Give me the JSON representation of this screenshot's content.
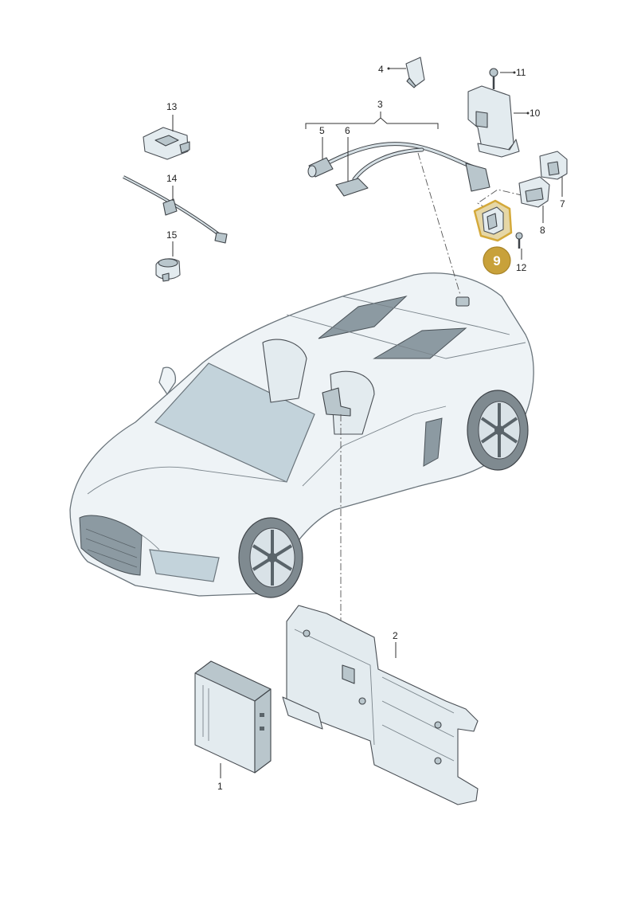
{
  "labels": {
    "p1": "1",
    "p2": "2",
    "p3": "3",
    "p4": "4",
    "p5": "5",
    "p6": "6",
    "p7": "7",
    "p8": "8",
    "p9": "9",
    "p10": "10",
    "p11": "11",
    "p12": "12",
    "p13": "13",
    "p14": "14",
    "p15": "15"
  },
  "colors": {
    "highlight_badge": "#c8a13a",
    "highlight_outline": "#d4a93a"
  }
}
